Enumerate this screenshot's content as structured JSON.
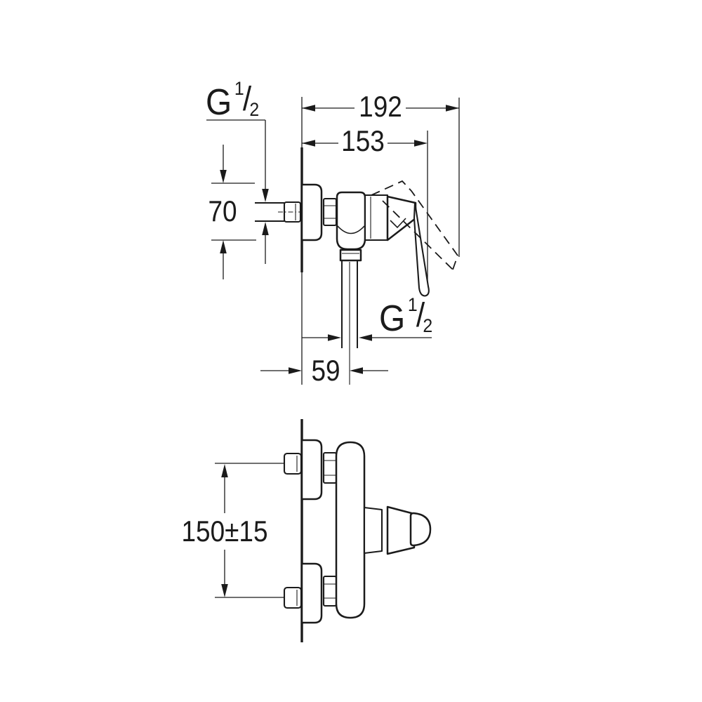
{
  "colors": {
    "background": "#ffffff",
    "line": "#1b1b1b"
  },
  "side_view": {
    "dimensions": {
      "overall_depth": "192",
      "depth_to_lever": "153",
      "inlet_height": "70",
      "outlet_offset": "59"
    },
    "inlet_thread": {
      "base": "G",
      "numerator": "1",
      "slash": "/",
      "denominator": "2"
    },
    "outlet_thread": {
      "base": "G",
      "numerator": "1",
      "slash": "/",
      "denominator": "2"
    }
  },
  "front_view": {
    "dimensions": {
      "connection_spacing": "150±15"
    }
  }
}
